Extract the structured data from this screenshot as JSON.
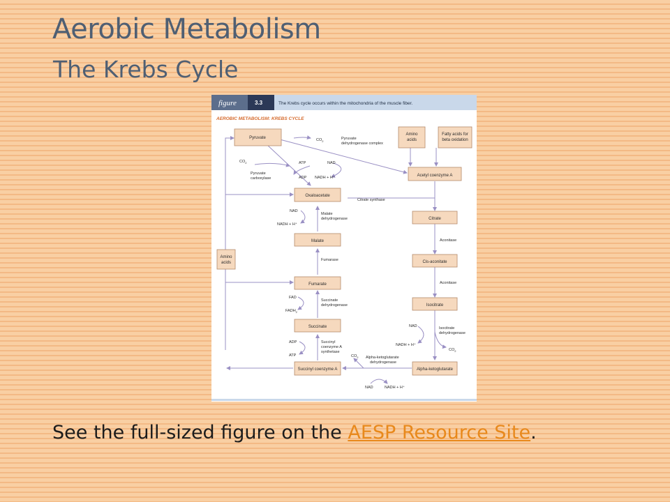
{
  "slide": {
    "title": "Aerobic Metabolism",
    "subtitle": "The Krebs Cycle",
    "footer": {
      "prefix": "See the full-sized figure on the ",
      "link_text": "AESP Resource Site",
      "suffix": "."
    }
  },
  "figure": {
    "tag": "figure",
    "number": "3.3",
    "caption": "The Krebs cycle occurs within the mitochondria of the muscle fiber.",
    "diagram_title": "AEROBIC METABOLISM: KREBS CYCLE",
    "nodes": {
      "pyruvate": "Pyruvate",
      "amino_top": [
        "Amino",
        "acids"
      ],
      "fatty": [
        "Fatty acids for",
        "beta oxidation"
      ],
      "acetyl": "Acetyl coenzyme A",
      "oxaloacetate": "Oxaloacetate",
      "citrate": "Citrate",
      "malate": "Malate",
      "cis_aconitate": "Cis-aconitate",
      "amino_left": [
        "Amino",
        "acids"
      ],
      "fumarate": "Fumarate",
      "isocitrate": "Isocitrate",
      "succinate": "Succinate",
      "succinyl": "Succinyl coenzyme A",
      "alpha_kg": "Alpha-ketoglutarate"
    },
    "labels": {
      "co2": "CO",
      "co2_sub": "2",
      "pdh": [
        "Pyruvate",
        "dehydrogenase complex"
      ],
      "pyr_carbox": [
        "Pyruvate",
        "carboxylase"
      ],
      "atp": "ATP",
      "adp": "ADP",
      "nad": "NAD",
      "nadh": "NADH + H⁺",
      "citrate_synthase": "Citrate synthase",
      "malate_dh": [
        "Malate",
        "dehydrogenase"
      ],
      "aconitase": "Aconitase",
      "fumarase": "Fumarase",
      "fad": "FAD",
      "fadh2": "FADH",
      "fadh2_sub": "2",
      "succinate_dh": [
        "Succinate",
        "dehydrogenase"
      ],
      "isocitrate_dh": [
        "Isocitrate",
        "dehydrogenase"
      ],
      "succinyl_synth": [
        "Succinyl",
        "coenzyme A",
        "synthetase"
      ],
      "akg_dh": [
        "Alpha-ketoglutarate",
        "dehydrogenase"
      ]
    },
    "colors": {
      "header_bg": "#c9d8ea",
      "tag_bg": "#5c6e8c",
      "number_bg": "#2c3957",
      "box_fill": "#f6d9be",
      "box_stroke": "#b48a6b",
      "arrow": "#9a90c4",
      "diagram_title": "#d56a2c"
    }
  }
}
